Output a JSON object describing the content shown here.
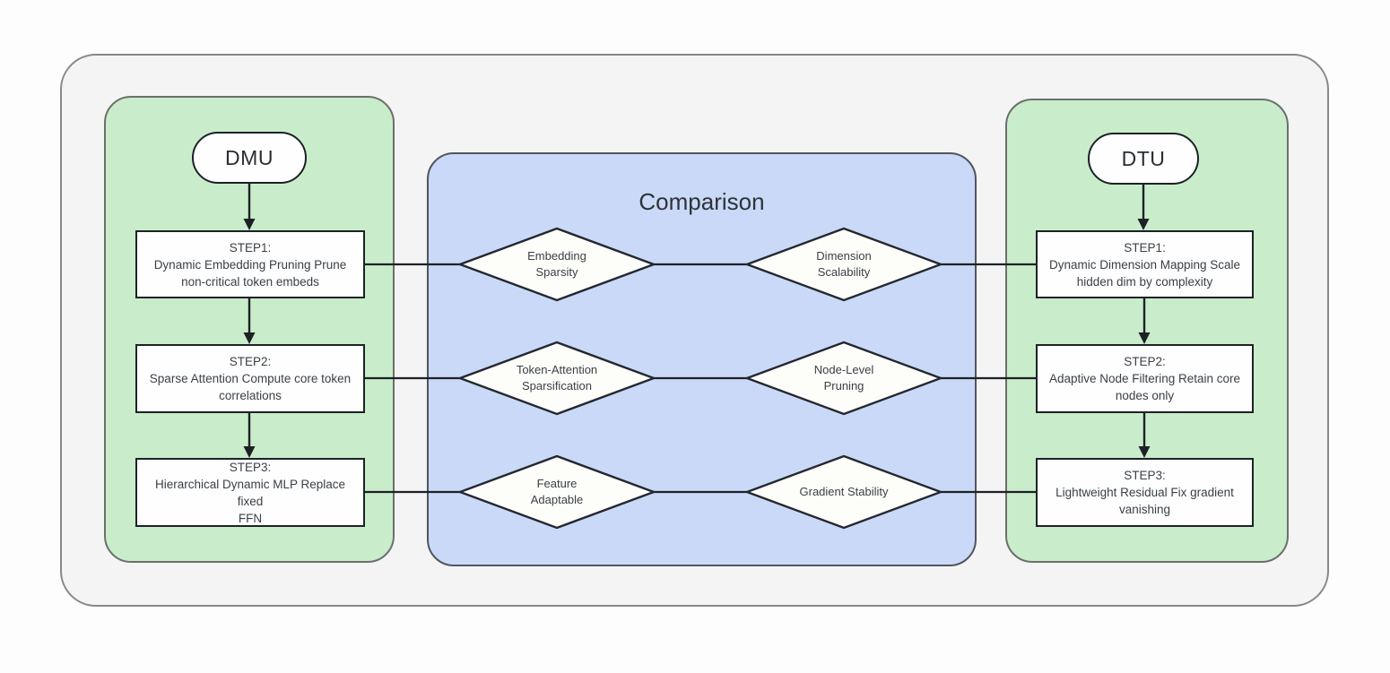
{
  "dmu": {
    "header": "DMU",
    "steps": [
      {
        "title": "STEP1:",
        "desc": "Dynamic Embedding Pruning Prune\nnon-critical token embeds"
      },
      {
        "title": "STEP2:",
        "desc": "Sparse Attention Compute core token\ncorrelations"
      },
      {
        "title": "STEP3:",
        "desc": "Hierarchical Dynamic MLP Replace fixed\nFFN"
      }
    ]
  },
  "dtu": {
    "header": "DTU",
    "steps": [
      {
        "title": "STEP1:",
        "desc": "Dynamic Dimension Mapping Scale\nhidden dim by complexity"
      },
      {
        "title": "STEP2:",
        "desc": "Adaptive Node Filtering Retain core\nnodes only"
      },
      {
        "title": "STEP3:",
        "desc": "Lightweight Residual Fix gradient\nvanishing"
      }
    ]
  },
  "comparison": {
    "title": "Comparison",
    "rows": [
      {
        "left": "Embedding\nSparsity",
        "right": "Dimension\nScalability"
      },
      {
        "left": "Token-Attention\nSparsification",
        "right": "Node-Level\nPruning"
      },
      {
        "left": "Feature\nAdaptable",
        "right": "Gradient Stability"
      }
    ]
  },
  "colors": {
    "panel_green": "#c9edca",
    "panel_blue": "#c9d9f7",
    "frame_fill": "#f4f4f5",
    "frame_border": "#85888d",
    "node_fill": "#fefefe",
    "outline": "#1d2126"
  }
}
